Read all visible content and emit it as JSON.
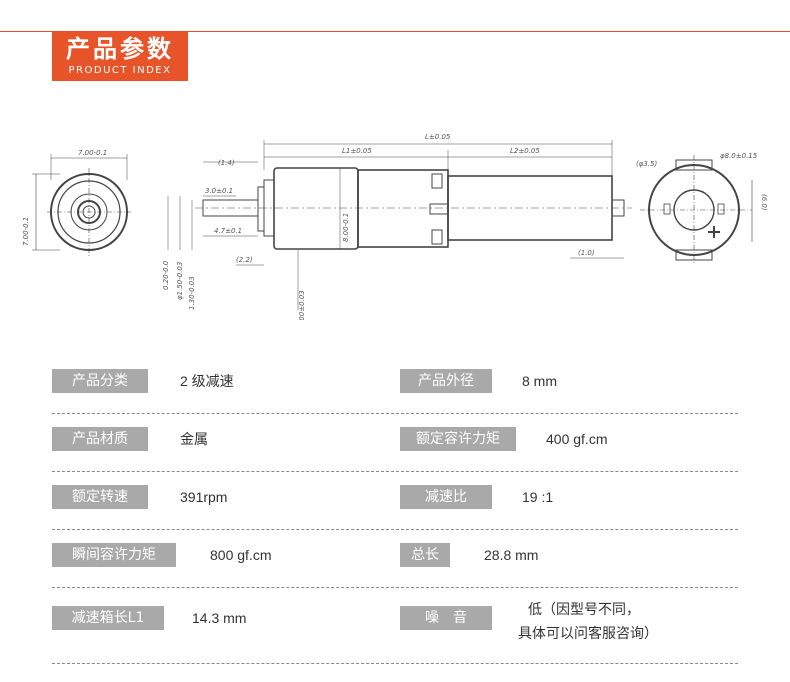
{
  "header": {
    "title": "产品参数",
    "subtitle": "PRODUCT INDEX"
  },
  "drawing": {
    "labels": {
      "front_width": "7.00-0.1",
      "front_height": "7.00-0.1",
      "overall": "L±0.05",
      "l1": "L1±0.05",
      "l2": "L2±0.05",
      "shaft_ext": "(1.4)",
      "shaft_len": "3.0±0.1",
      "shaft_len2": "4.7±0.1",
      "shaft_dia_a": "0.20-0.0",
      "shaft_dia_b": "φ1.50-0.03",
      "shaft_dia_c": "1.30-0.03",
      "body_dia": "8.00-0.1",
      "boss_dia": "φ4.00±0.03",
      "flange": "(2.2)",
      "terminal": "(1.0)",
      "rear_small": "(φ3.5)",
      "rear_dia": "φ8.0±0.15",
      "rear_height": "(6.0)"
    }
  },
  "specs": [
    {
      "label": "产品分类",
      "value": "2 级减速",
      "label2": "产品外径",
      "value2": "8 mm"
    },
    {
      "label": "产品材质",
      "value": "金属",
      "label2": "额定容许力矩",
      "value2": "400 gf.cm"
    },
    {
      "label": "额定转速",
      "value": "391rpm",
      "label2": "减速比",
      "value2": "19 :1"
    },
    {
      "label": "瞬间容许力矩",
      "value": "800 gf.cm",
      "label2": "总长",
      "value2": "28.8 mm"
    },
    {
      "label": "减速箱长L1",
      "value": "14.3 mm",
      "label2": "噪　音",
      "value2": "低（因型号不同，",
      "value2b": "具体可以问客服咨询）"
    }
  ]
}
